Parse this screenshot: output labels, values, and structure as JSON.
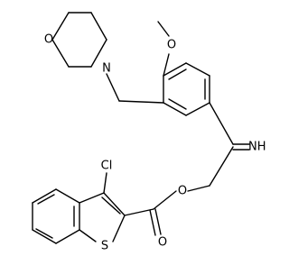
{
  "molecule": {
    "atom_labels": {
      "chloro": "Cl",
      "sulfur": "S",
      "carbonyl_oxygen": "O",
      "ester_oxygen": "O",
      "imine": "NH",
      "methoxy_oxygen": "O",
      "morpholine_oxygen": "O",
      "morpholine_nitrogen": "N"
    }
  }
}
